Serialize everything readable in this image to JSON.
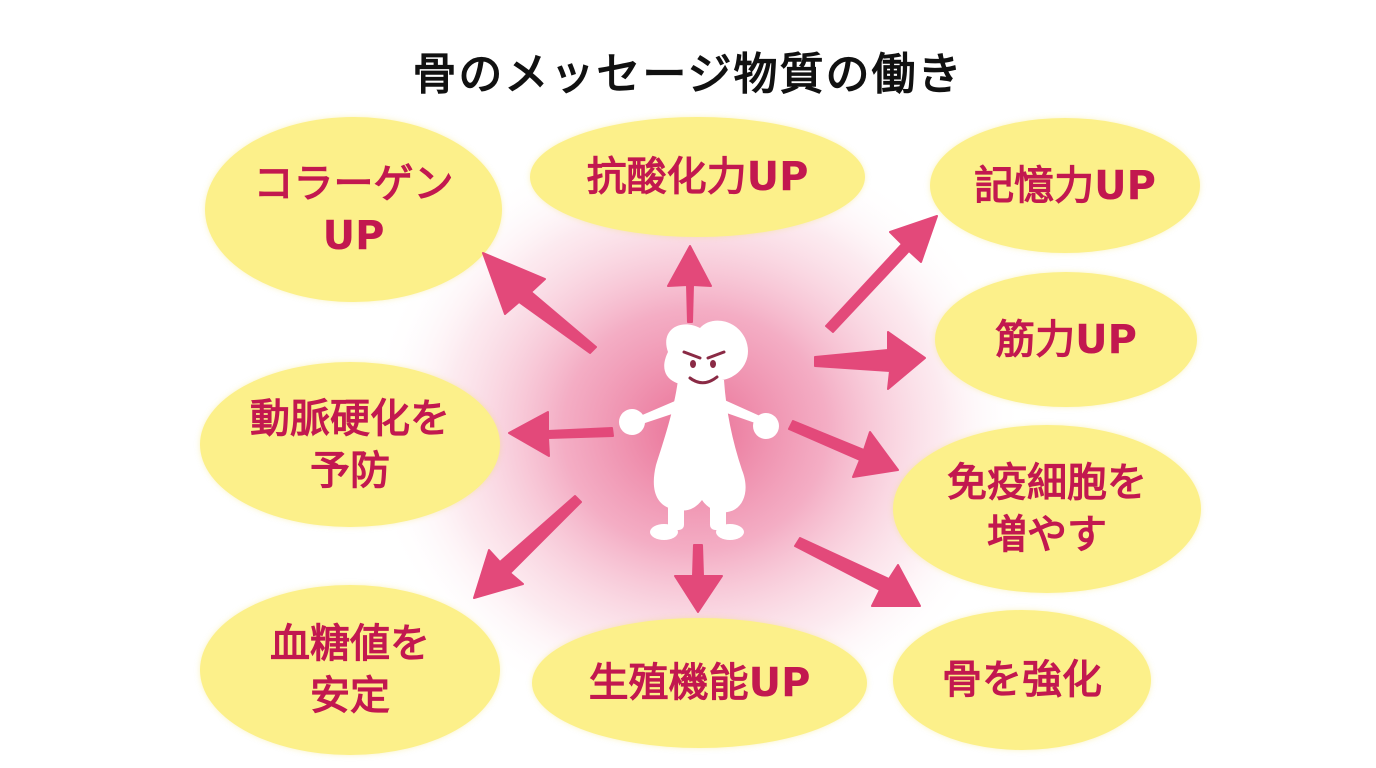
{
  "title": "骨のメッセージ物質の働き",
  "effects": {
    "collagen": "コラーゲン\nUP",
    "antioxidant": "抗酸化力UP",
    "memory": "記憶力UP",
    "muscle": "筋力UP",
    "arteriosclerosis": "動脈硬化を\n予防",
    "immune": "免疫細胞を\n増やす",
    "blood_sugar": "血糖値を\n安定",
    "reproductive": "生殖機能UP",
    "bone": "骨を強化"
  },
  "colors": {
    "bubble": "#fcf08a",
    "text": "#c2184f",
    "arrow": "#e3497a",
    "glow": "#e8678f",
    "character": "#ffffff"
  }
}
